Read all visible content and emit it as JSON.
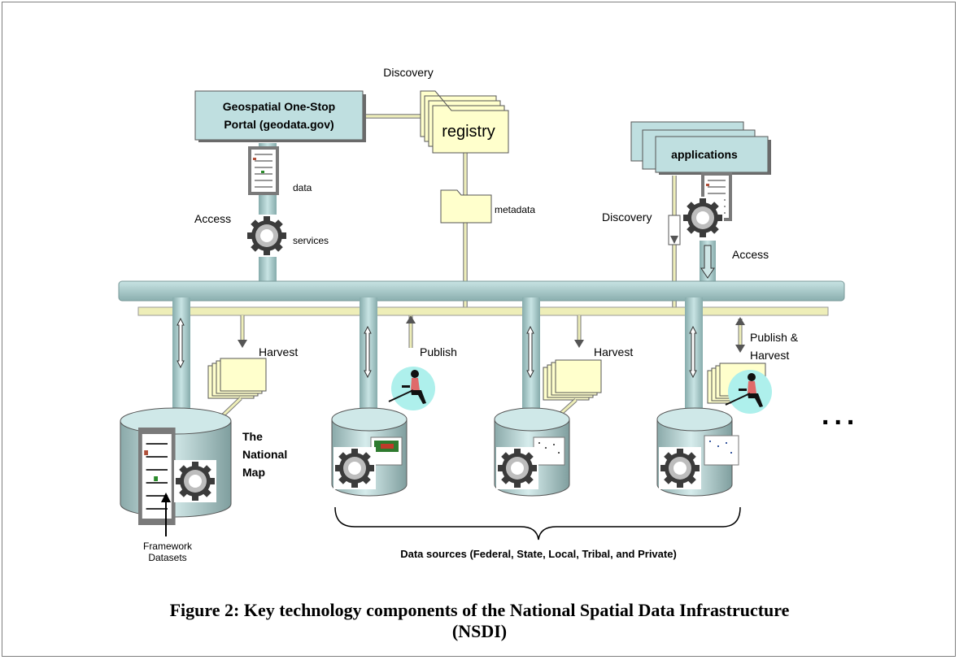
{
  "diagram": {
    "portal": {
      "line1": "Geospatial One-Stop",
      "line2": "Portal (geodata.gov)"
    },
    "registry": {
      "label": "registry",
      "discovery_label": "Discovery"
    },
    "metadata_label": "metadata",
    "portal_access": {
      "access_label": "Access",
      "data_label": "data",
      "services_label": "services"
    },
    "applications": {
      "label": "applications",
      "discovery_label": "Discovery",
      "access_label": "Access"
    },
    "sources": [
      {
        "flow_label": "Harvest"
      },
      {
        "flow_label": "Publish"
      },
      {
        "flow_label": "Harvest"
      },
      {
        "flow_label_1": "Publish &",
        "flow_label_2": "Harvest"
      }
    ],
    "national_map": {
      "line1": "The",
      "line2": "National",
      "line3": "Map"
    },
    "framework": {
      "line1": "Framework",
      "line2": "Datasets"
    },
    "ellipsis": "...",
    "data_sources_label": "Data sources (Federal, State, Local, Tribal, and Private)"
  },
  "caption": {
    "line1": "Figure 2: Key technology components of the National Spatial Data Infrastructure",
    "line2": "(NSDI)"
  },
  "colors": {
    "pipe_fill": "#a9cdcd",
    "box_fill": "#bfdfe0",
    "folder_fill": "#ffffcc",
    "thin_bus": "#eeeeb8",
    "figure_circle": "#aef0ec"
  }
}
